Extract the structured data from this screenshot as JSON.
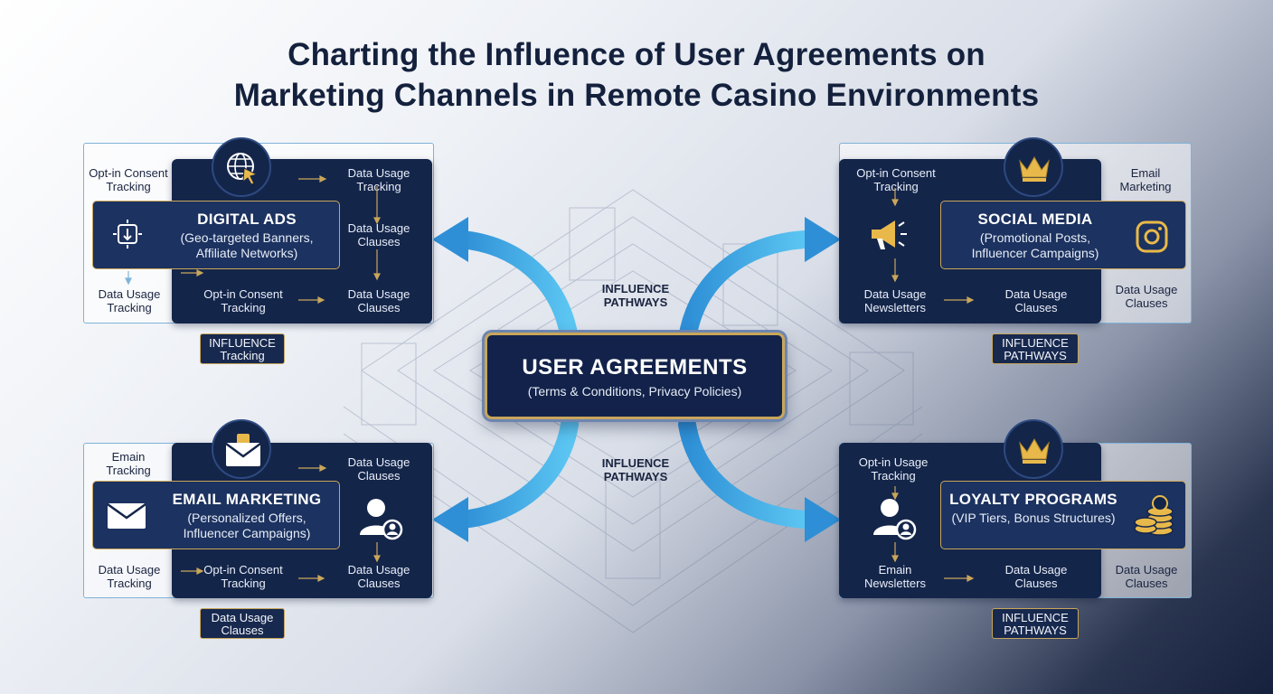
{
  "title_line1": "Charting the Influence of User Agreements on",
  "title_line2": "Marketing Channels in Remote Casino Environments",
  "center": {
    "title": "USER AGREEMENTS",
    "subtitle": "(Terms & Conditions, Privacy Policies)"
  },
  "pathways": {
    "top": "INFLUENCE PATHWAYS",
    "bottom": "INFLUENCE PATHWAYS"
  },
  "digital_ads": {
    "title": "DIGITAL ADS",
    "subtitle_l1": "(Geo-targeted Banners,",
    "subtitle_l2": "Affiliate Networks)",
    "outer_tl_l1": "Opt-in Consent",
    "outer_tl_l2": "Tracking",
    "tr_l1": "Data Usage",
    "tr_l2": "Tracking",
    "mr_l1": "Data Usage",
    "mr_l2": "Clauses",
    "bl_l1": "Data Usage",
    "bl_l2": "Tracking",
    "bm_l1": "Opt-in Consent",
    "bm_l2": "Tracking",
    "br_l1": "Data Usage",
    "br_l2": "Clauses",
    "badge_l1": "INFLUENCE",
    "badge_l2": "Tracking"
  },
  "social_media": {
    "title": "SOCIAL MEDIA",
    "subtitle_l1": "(Promotional Posts,",
    "subtitle_l2": "Influencer Campaigns)",
    "tl_l1": "Opt-in Consent",
    "tl_l2": "Tracking",
    "outer_tr_l1": "Email",
    "outer_tr_l2": "Marketing",
    "bl_l1": "Data Usage",
    "bl_l2": "Newsletters",
    "bm_l1": "Data Usage",
    "bm_l2": "Clauses",
    "outer_br_l1": "Data Usage",
    "outer_br_l2": "Clauses",
    "badge_l1": "INFLUENCE",
    "badge_l2": "PATHWAYS"
  },
  "email_marketing": {
    "title": "EMAIL MARKETING",
    "subtitle_l1": "(Personalized Offers,",
    "subtitle_l2": "Influencer Campaigns)",
    "outer_tl_l1": "Emain",
    "outer_tl_l2": "Tracking",
    "tr_l1": "Data Usage",
    "tr_l2": "Clauses",
    "bl_l1": "Data Usage",
    "bl_l2": "Tracking",
    "bm_l1": "Opt-in Consent",
    "bm_l2": "Tracking",
    "br_l1": "Data Usage",
    "br_l2": "Clauses",
    "badge_l1": "Data Usage",
    "badge_l2": "Clauses"
  },
  "loyalty_programs": {
    "title": "LOYALTY PROGRAMS",
    "subtitle_l1": "(VIP Tiers, Bonus Structures)",
    "tl_l1": "Opt-in Usage",
    "tl_l2": "Tracking",
    "bl_l1": "Emain",
    "bl_l2": "Newsletters",
    "bm_l1": "Data Usage",
    "bm_l2": "Clauses",
    "outer_br_l1": "Data Usage",
    "outer_br_l2": "Clauses",
    "badge_l1": "INFLUENCE",
    "badge_l2": "PATHWAYS"
  },
  "colors": {
    "navy": "#14254a",
    "gold": "#c9a65a",
    "arrow_blue": "#3aa9e6",
    "title": "#14213d"
  },
  "icons": [
    "globe-cursor-icon",
    "crown-icon",
    "envelope-icon",
    "user-icon",
    "megaphone-icon",
    "instagram-icon",
    "casino-chips-icon",
    "touch-app-icon"
  ]
}
